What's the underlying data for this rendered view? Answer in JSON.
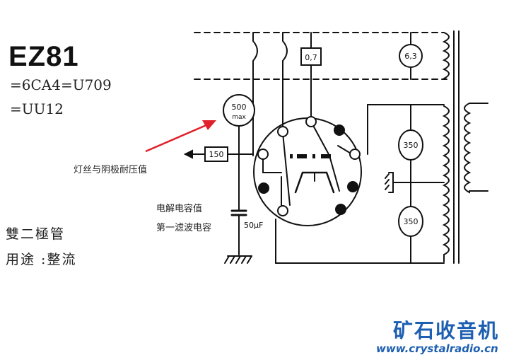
{
  "tube": {
    "type": "EZ81",
    "equivalents_1": "=6CA4=U709",
    "equivalents_2": "=UU12"
  },
  "annotations": {
    "heater_cathode": "灯丝与阴极耐压值",
    "electrolytic_1": "电解电容值",
    "electrolytic_2": "第一滤波电容"
  },
  "description": {
    "type_line": "雙二極管",
    "usage_line": "用途 :整流"
  },
  "schematic": {
    "v_max_value": "500",
    "v_max_unit": "max",
    "resistor_150": "150",
    "fuse_07": "0,7",
    "heater_63": "6,3",
    "secondary_350_top": "350",
    "secondary_350_bottom": "350",
    "cap_value": "50μF"
  },
  "watermark": {
    "name": "矿石收音机",
    "url": "www.crystalradio.cn"
  },
  "colors": {
    "ink": "#111111",
    "arrow": "#e0202a",
    "brand": "#1d5fb0"
  }
}
